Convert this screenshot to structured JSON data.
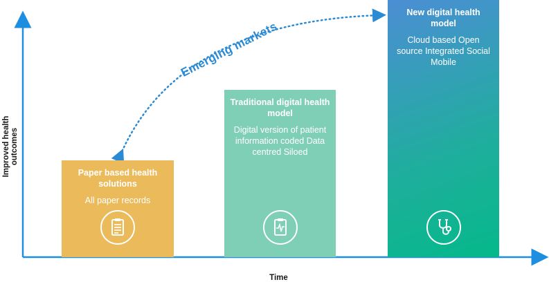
{
  "axes": {
    "y_label": "Improved  health outcomes",
    "x_label": "Time",
    "color": "#1e8fe0"
  },
  "arc": {
    "label": "Emerging markets",
    "color": "#2a8ad4"
  },
  "stages": [
    {
      "title": "Paper based health solutions",
      "description": "All paper records",
      "icon": "clipboard-icon",
      "color": "#ebbb5b"
    },
    {
      "title": "Traditional digital health model",
      "description": "Digital version of patient information coded Data centred Siloed",
      "icon": "digital-record-icon",
      "color": "#7fceb6"
    },
    {
      "title": "New digital health model",
      "description": "Cloud based Open source Integrated Social Mobile",
      "icon": "stethoscope-icon",
      "color": "#1fae9d"
    }
  ]
}
